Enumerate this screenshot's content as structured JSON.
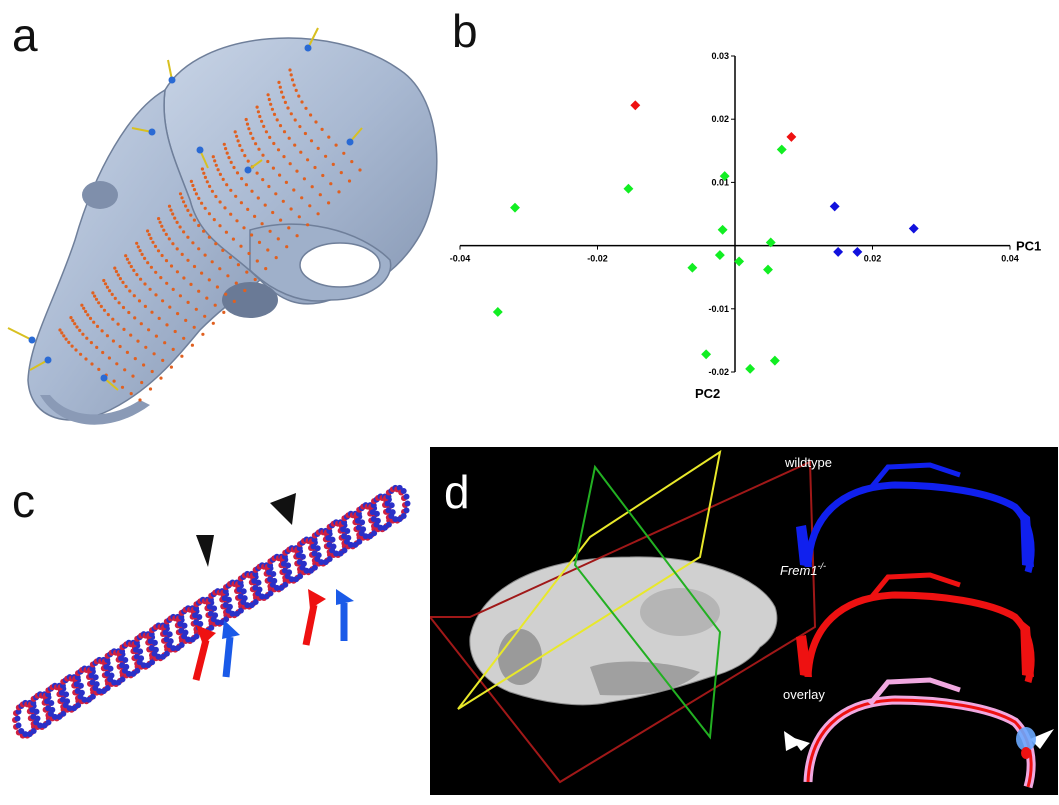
{
  "panels": {
    "a": {
      "letter": "a"
    },
    "b": {
      "letter": "b"
    },
    "c": {
      "letter": "c"
    },
    "d": {
      "letter": "d",
      "label_wildtype": "wildtype",
      "label_frem": "Frem1",
      "label_frem_sup": "-/-",
      "label_overlay": "overlay"
    }
  },
  "chart_data": {
    "type": "scatter",
    "xlabel": "PC1",
    "ylabel": "PC2",
    "xlim": [
      -0.04,
      0.04
    ],
    "ylim": [
      -0.02,
      0.03
    ],
    "xticks": [
      {
        "v": -0.04,
        "label": "-0.04"
      },
      {
        "v": -0.02,
        "label": "-0.02"
      },
      {
        "v": 0.02,
        "label": "0.02"
      },
      {
        "v": 0.04,
        "label": "0.04"
      }
    ],
    "yticks": [
      {
        "v": 0.03,
        "label": "0.03"
      },
      {
        "v": 0.02,
        "label": "0.02"
      },
      {
        "v": 0.01,
        "label": "0.01"
      },
      {
        "v": -0.01,
        "label": "-0.01"
      },
      {
        "v": -0.02,
        "label": "-0.02"
      }
    ],
    "series": [
      {
        "color": "#ee1111",
        "points": [
          [
            -0.0145,
            0.0222
          ],
          [
            0.0082,
            0.0172
          ]
        ]
      },
      {
        "color": "#11ee22",
        "points": [
          [
            -0.032,
            0.006
          ],
          [
            -0.0155,
            0.009
          ],
          [
            -0.0015,
            0.011
          ],
          [
            0.0068,
            0.0152
          ],
          [
            -0.0018,
            0.0025
          ],
          [
            0.0052,
            0.0005
          ],
          [
            -0.0022,
            -0.0015
          ],
          [
            0.0006,
            -0.0025
          ],
          [
            -0.0062,
            -0.0035
          ],
          [
            0.0048,
            -0.0038
          ],
          [
            -0.0345,
            -0.0105
          ],
          [
            -0.0042,
            -0.0172
          ],
          [
            0.0058,
            -0.0182
          ],
          [
            0.0022,
            -0.0195
          ]
        ]
      },
      {
        "color": "#1111dd",
        "points": [
          [
            0.0145,
            0.0062
          ],
          [
            0.026,
            0.0027
          ],
          [
            0.015,
            -0.001
          ],
          [
            0.0178,
            -0.001
          ]
        ]
      }
    ]
  }
}
